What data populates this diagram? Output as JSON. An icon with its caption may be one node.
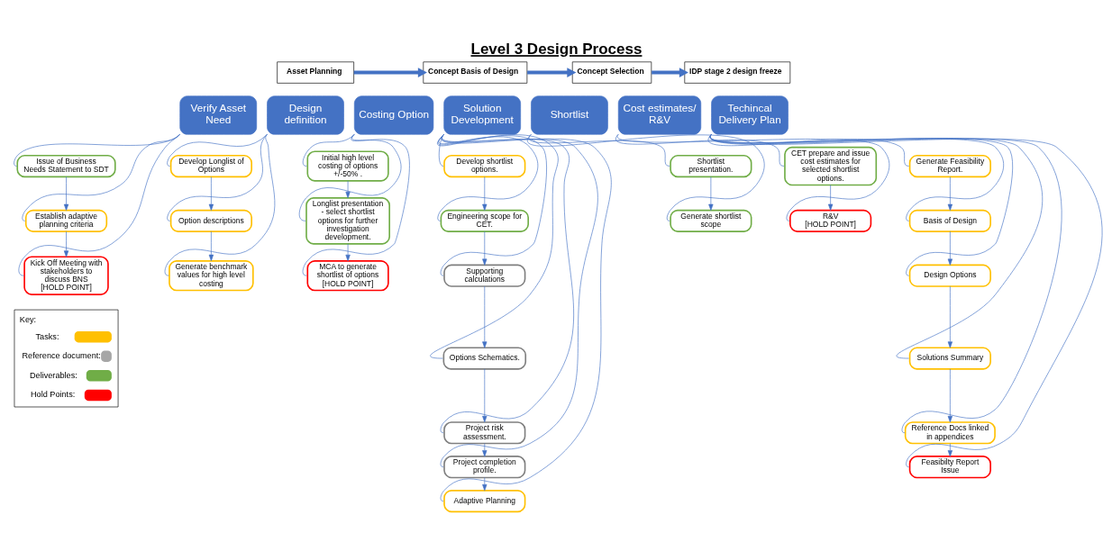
{
  "diagram": {
    "title": "Level 3 Design Process",
    "nodes": [
      {
        "text": [
          "Asset Planning"
        ]
      },
      {
        "text": [
          "Concept Basis of Design"
        ]
      },
      {
        "text": [
          "Concept Selection"
        ]
      },
      {
        "text": [
          "IDP stage 2 design freeze"
        ]
      },
      {
        "text": [
          "Verify Asset Need"
        ]
      },
      {
        "text": [
          "Issue of Business Needs Statement to SDT"
        ]
      },
      {
        "text": [
          "Establish adaptive planning criteria"
        ]
      },
      {
        "text": [
          "Kick Off Meeting with stakeholders to discuss BNS",
          "[HOLD POINT]"
        ]
      },
      {
        "text": [
          "Design definition"
        ]
      },
      {
        "text": [
          "Develop Longlist of Options"
        ]
      },
      {
        "text": [
          "Option descriptions"
        ]
      },
      {
        "text": [
          "Generate benchmark values for high level costing"
        ]
      },
      {
        "text": [
          "Costing Option"
        ]
      },
      {
        "text": [
          "Initial high level costing of options +/-50% ."
        ]
      },
      {
        "text": [
          "Longlist presentation - select shortlist options for further investigation development."
        ]
      },
      {
        "text": [
          "MCA to generate shortlist of options",
          "[HOLD POINT]"
        ]
      },
      {
        "text": [
          "Solution Development"
        ]
      },
      {
        "text": [
          "Develop shortlist options."
        ]
      },
      {
        "text": [
          "Engineering scope for CET."
        ]
      },
      {
        "text": [
          "Supporting calculations"
        ]
      },
      {
        "text": [
          "Options Schematics."
        ]
      },
      {
        "text": [
          "Project risk assessment."
        ]
      },
      {
        "text": [
          "Project completion profile."
        ]
      },
      {
        "text": [
          "Adaptive Planning"
        ]
      },
      {
        "text": [
          "Shortlist"
        ]
      },
      {
        "text": [
          "Shortlist presentation."
        ]
      },
      {
        "text": [
          "Generate shortlist scope"
        ]
      },
      {
        "text": [
          "Cost estimates/ R&V"
        ]
      },
      {
        "text": [
          "CET prepare and issue cost estimates for selected shortlist options."
        ]
      },
      {
        "text": [
          "R&V",
          "[HOLD POINT]"
        ]
      },
      {
        "text": [
          "Techincal Delivery Plan"
        ]
      },
      {
        "text": [
          "Generate Feasibility Report."
        ]
      },
      {
        "text": [
          "Basis of Design"
        ]
      },
      {
        "text": [
          "Design Options"
        ]
      },
      {
        "text": [
          "Solutions Summary"
        ]
      },
      {
        "text": [
          "Reference Docs linked in appendices"
        ]
      },
      {
        "text": [
          "Feasibilty Report Issue"
        ]
      }
    ],
    "edges": [
      {
        "from": 0,
        "to": 1,
        "arrow": "to",
        "style": "thick"
      },
      {
        "from": 1,
        "to": 2,
        "arrow": "to",
        "style": "thick"
      },
      {
        "from": 2,
        "to": 3,
        "arrow": "to",
        "style": "thick"
      },
      {
        "from": 4,
        "to": 5,
        "arrow": "none"
      },
      {
        "from": 4,
        "to": 6,
        "arrow": "none"
      },
      {
        "from": 4,
        "to": 7,
        "arrow": "none"
      },
      {
        "from": 5,
        "to": 6,
        "arrow": "to"
      },
      {
        "from": 6,
        "to": 7,
        "arrow": "to"
      },
      {
        "from": 8,
        "to": 9,
        "arrow": "none"
      },
      {
        "from": 8,
        "to": 10,
        "arrow": "none"
      },
      {
        "from": 8,
        "to": 11,
        "arrow": "none"
      },
      {
        "from": 9,
        "to": 10,
        "arrow": "to"
      },
      {
        "from": 10,
        "to": 11,
        "arrow": "to"
      },
      {
        "from": 12,
        "to": 13,
        "arrow": "none"
      },
      {
        "from": 12,
        "to": 14,
        "arrow": "none"
      },
      {
        "from": 12,
        "to": 15,
        "arrow": "none"
      },
      {
        "from": 13,
        "to": 14,
        "arrow": "to"
      },
      {
        "from": 14,
        "to": 15,
        "arrow": "to"
      },
      {
        "from": 16,
        "to": 17,
        "arrow": "none"
      },
      {
        "from": 16,
        "to": 18,
        "arrow": "none"
      },
      {
        "from": 16,
        "to": 19,
        "arrow": "none"
      },
      {
        "from": 16,
        "to": 20,
        "arrow": "none"
      },
      {
        "from": 16,
        "to": 21,
        "arrow": "none"
      },
      {
        "from": 16,
        "to": 22,
        "arrow": "none"
      },
      {
        "from": 16,
        "to": 23,
        "arrow": "none"
      },
      {
        "from": 17,
        "to": 18,
        "arrow": "to"
      },
      {
        "from": 18,
        "to": 19,
        "arrow": "to"
      },
      {
        "from": 19,
        "to": 20,
        "arrow": "to"
      },
      {
        "from": 20,
        "to": 21,
        "arrow": "to"
      },
      {
        "from": 21,
        "to": 22,
        "arrow": "to"
      },
      {
        "from": 22,
        "to": 23,
        "arrow": "to"
      },
      {
        "from": 24,
        "to": 25,
        "arrow": "none"
      },
      {
        "from": 24,
        "to": 26,
        "arrow": "none"
      },
      {
        "from": 25,
        "to": 26,
        "arrow": "to"
      },
      {
        "from": 27,
        "to": 28,
        "arrow": "none"
      },
      {
        "from": 27,
        "to": 29,
        "arrow": "none"
      },
      {
        "from": 28,
        "to": 29,
        "arrow": "to"
      },
      {
        "from": 30,
        "to": 31,
        "arrow": "none"
      },
      {
        "from": 30,
        "to": 32,
        "arrow": "none"
      },
      {
        "from": 30,
        "to": 33,
        "arrow": "none"
      },
      {
        "from": 30,
        "to": 34,
        "arrow": "none"
      },
      {
        "from": 30,
        "to": 35,
        "arrow": "none"
      },
      {
        "from": 30,
        "to": 36,
        "arrow": "none"
      },
      {
        "from": 31,
        "to": 32,
        "arrow": "to"
      },
      {
        "from": 32,
        "to": 33,
        "arrow": "to"
      },
      {
        "from": 33,
        "to": 34,
        "arrow": "to"
      },
      {
        "from": 34,
        "to": 35,
        "arrow": "to"
      },
      {
        "from": 35,
        "to": 36,
        "arrow": "to"
      }
    ],
    "labels": [
      "Key:"
    ],
    "legend": [
      {
        "text": "Tasks:",
        "color": "#ffc000"
      },
      {
        "text": "Reference document:",
        "color": "#a6a6a6"
      },
      {
        "text": "Deliverables:",
        "color": "#70ad47"
      },
      {
        "text": "Hold Points:",
        "color": "#ff0000"
      }
    ]
  }
}
